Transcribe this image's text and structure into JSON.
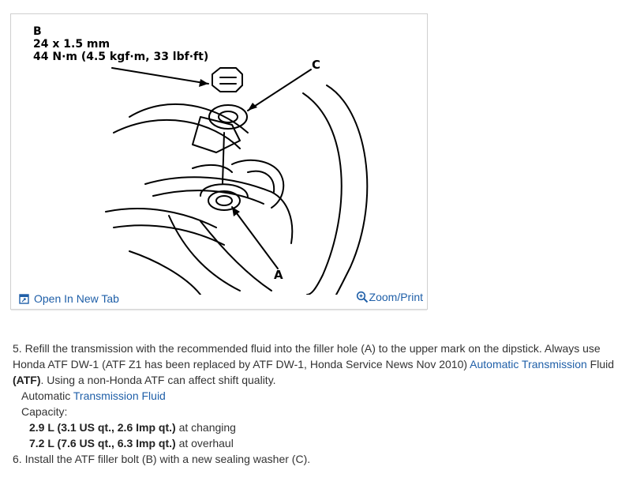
{
  "figure": {
    "callout_b": "B",
    "spec_size": "24 x 1.5 mm",
    "spec_torque": "44 N·m (4.5 kgf·m, 33 lbf·ft)",
    "callout_c": "C",
    "callout_a": "A"
  },
  "links": {
    "open_new_tab": "Open In New Tab",
    "zoom_print": "Zoom/Print"
  },
  "steps": {
    "step5_number": "5.",
    "step5_text_a": "Refill the transmission with the recommended fluid into the filler hole (A) to the upper mark on the dipstick. Always use Honda ATF DW-1 (ATF Z1 has been replaced by ATF DW-1, Honda Service News Nov 2010)",
    "step5_link": "Automatic Transmission",
    "step5_text_b": "Fluid",
    "step5_bold": "(ATF)",
    "step5_text_c": ". Using a non-Honda ATF can affect shift quality.",
    "fluid_label": "Automatic",
    "fluid_link": "Transmission Fluid",
    "capacity_label": "Capacity:",
    "changing_bold": "2.9 L (3.1 US qt., 2.6 Imp qt.)",
    "changing_text": "at changing",
    "overhaul_bold": "7.2 L (7.6 US qt., 6.3 Imp qt.)",
    "overhaul_text": "at overhaul",
    "step6_number": "6.",
    "step6_text": "Install the ATF filler bolt (B) with a new sealing washer (C)."
  },
  "colors": {
    "link": "#1f5fa8",
    "text": "#333333",
    "border": "#cfcfcf"
  },
  "icons": [
    "open-new-tab-icon",
    "zoom-magnifier-icon"
  ]
}
